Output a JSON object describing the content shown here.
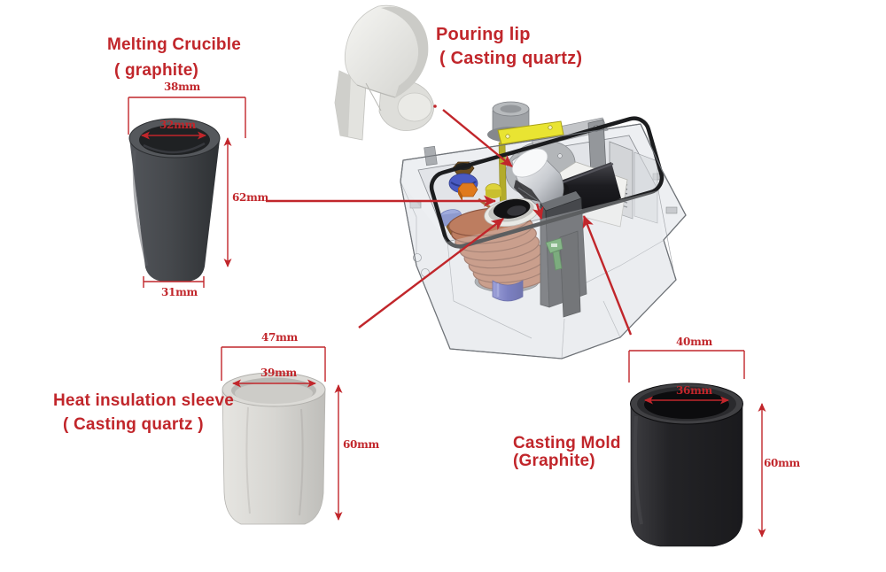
{
  "annotation_color": "#c1262b",
  "components": {
    "melting_crucible": {
      "name": "Melting Crucible",
      "material": "( graphite)",
      "dimensions": {
        "outer_top_diameter": "38mm",
        "inner_top_diameter": "32mm",
        "height": "62mm",
        "bottom_diameter": "31mm"
      }
    },
    "pouring_lip": {
      "name": "Pouring lip",
      "material": "( Casting quartz)"
    },
    "heat_insulation_sleeve": {
      "name": "Heat insulation sleeve",
      "material": "( Casting quartz )",
      "dimensions": {
        "outer_top_diameter": "47mm",
        "inner_top_diameter": "39mm",
        "height": "60mm"
      }
    },
    "casting_mold": {
      "name": "Casting Mold",
      "material": "(Graphite)",
      "dimensions": {
        "outer_top_diameter": "40mm",
        "inner_top_diameter": "36mm",
        "height": "60mm"
      }
    }
  }
}
